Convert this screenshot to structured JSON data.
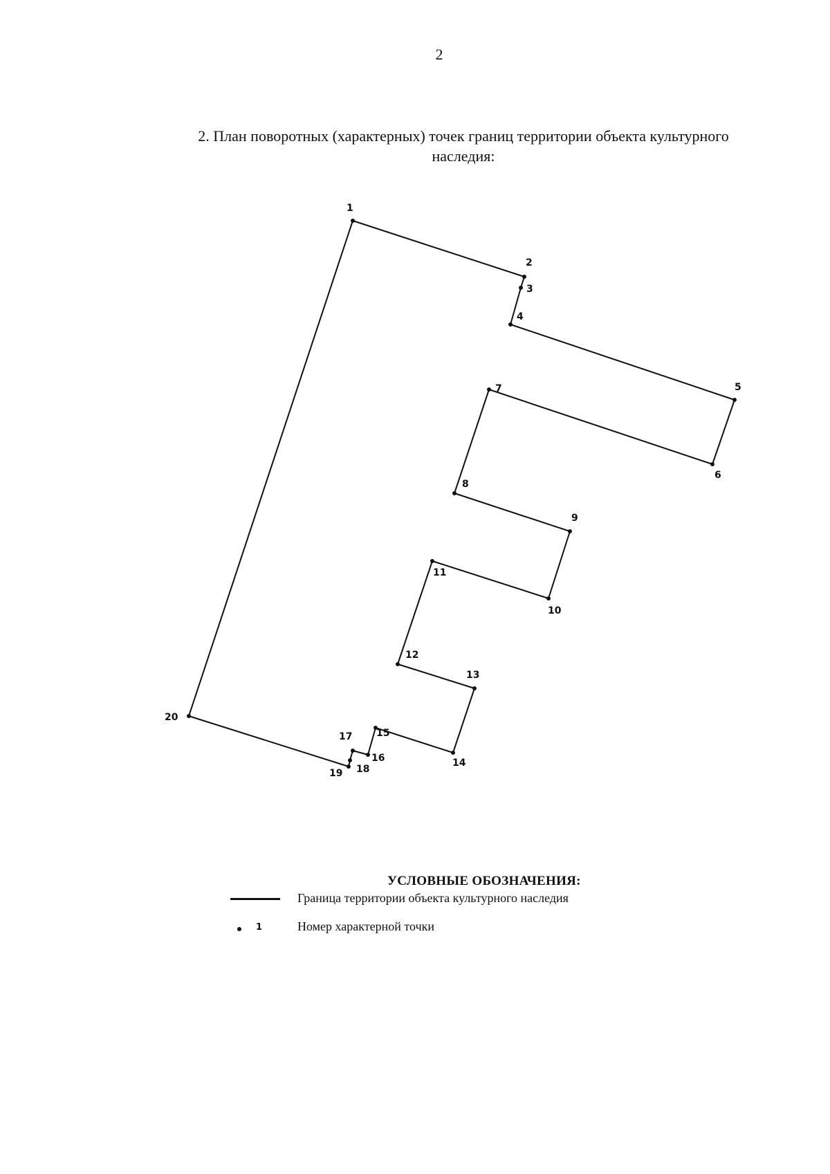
{
  "page_number": "2",
  "title_line1": "2. План поворотных (характерных) точек границ территории объекта культурного",
  "title_line2": "наследия:",
  "points": [
    {
      "label": "1"
    },
    {
      "label": "2"
    },
    {
      "label": "3"
    },
    {
      "label": "4"
    },
    {
      "label": "5"
    },
    {
      "label": "6"
    },
    {
      "label": "7"
    },
    {
      "label": "8"
    },
    {
      "label": "9"
    },
    {
      "label": "10"
    },
    {
      "label": "11"
    },
    {
      "label": "12"
    },
    {
      "label": "13"
    },
    {
      "label": "14"
    },
    {
      "label": "15"
    },
    {
      "label": "16"
    },
    {
      "label": "17"
    },
    {
      "label": "18"
    },
    {
      "label": "19"
    },
    {
      "label": "20"
    }
  ],
  "legend": {
    "title": "УСЛОВНЫЕ ОБОЗНАЧЕНИЯ:",
    "boundary_label": "Граница территории объекта культурного наследия",
    "point_number_sample": "1",
    "point_label": "Номер характерной точки"
  },
  "colors": {
    "line": "#111111",
    "background": "#ffffff"
  }
}
